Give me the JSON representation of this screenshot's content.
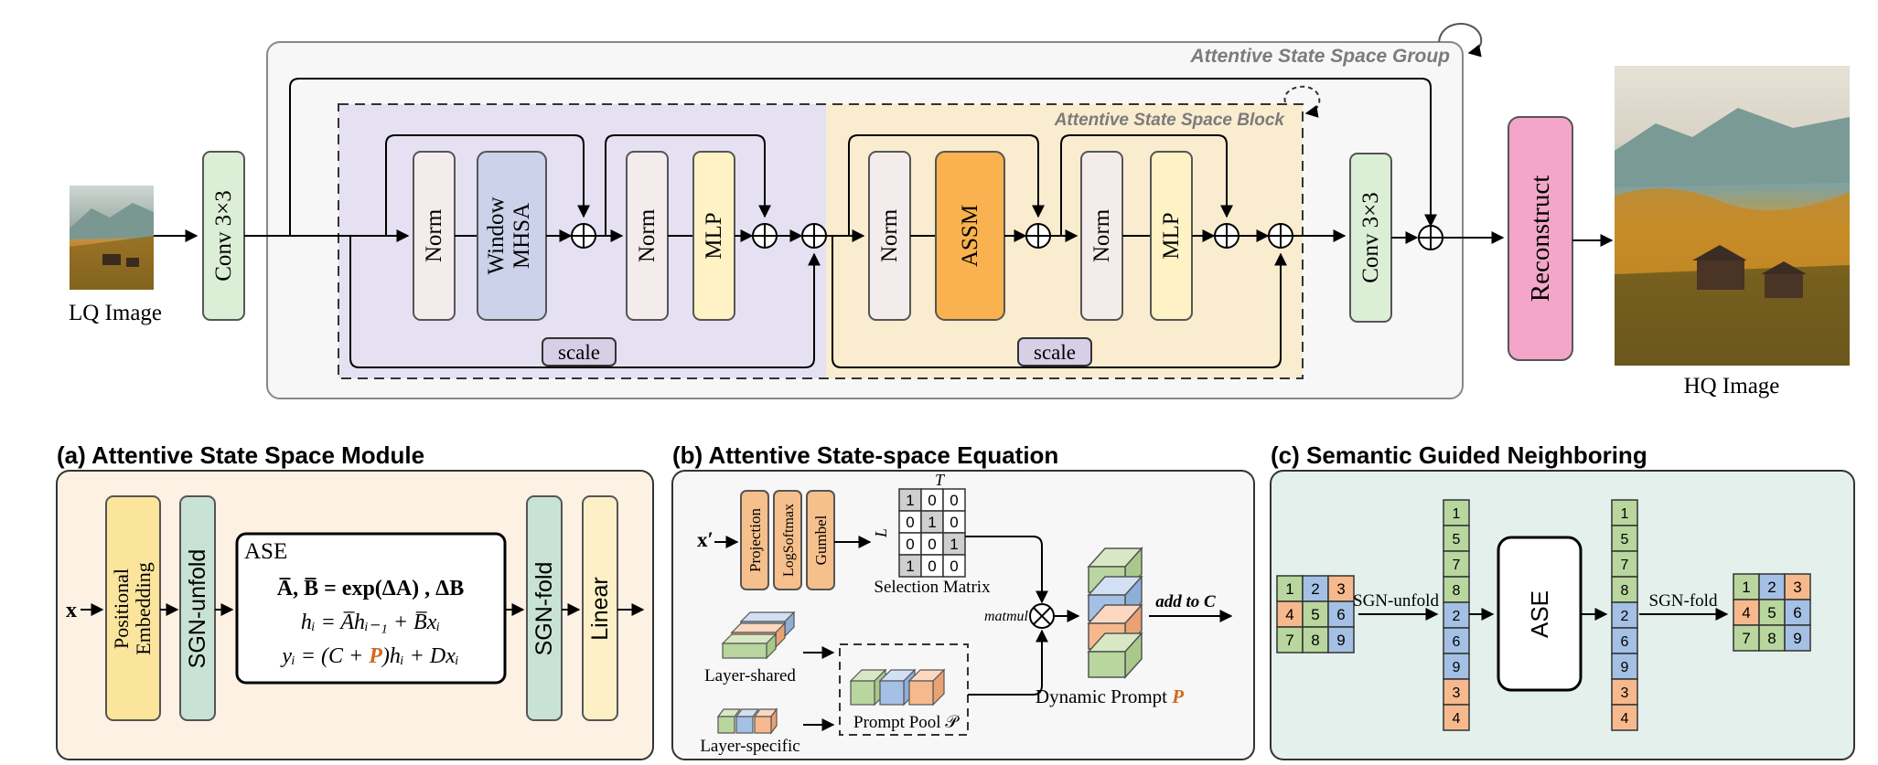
{
  "top": {
    "lq_label": "LQ Image",
    "hq_label": "HQ Image",
    "conv_in": "Conv 3×3",
    "conv_out": "Conv 3×3",
    "reconstruct": "Reconstruct",
    "group_title": "Attentive State Space Group",
    "block_title": "Attentive State Space Block",
    "norm": "Norm",
    "window_mhsa_1": "Window",
    "window_mhsa_2": "MHSA",
    "mlp": "MLP",
    "assm": "ASSM",
    "scale": "scale"
  },
  "panel_a": {
    "title": "(a) Attentive State Space Module",
    "input": "x",
    "pos_emb_1": "Positional",
    "pos_emb_2": "Embedding",
    "sgn_unfold": "SGN-unfold",
    "sgn_fold": "SGN-fold",
    "linear": "Linear",
    "ase_title": "ASE",
    "eq1": "A̅, B̅ = exp(ΔA) , ΔB",
    "eq2": "hᵢ = A̅hᵢ₋₁ + B̅xᵢ",
    "eq3_pre": "yᵢ = (C + ",
    "eq3_p": "P",
    "eq3_post": ")hᵢ + Dxᵢ"
  },
  "panel_b": {
    "title": "(b) Attentive State-space Equation",
    "input": "x′",
    "projection": "Projection",
    "logsoftmax": "LogSoftmax",
    "gumbel": "Gumbel",
    "matrix_T": "T",
    "matrix_L": "L",
    "matrix": [
      [
        "1",
        "0",
        "0"
      ],
      [
        "0",
        "1",
        "0"
      ],
      [
        "0",
        "0",
        "1"
      ],
      [
        "1",
        "0",
        "0"
      ]
    ],
    "selection_matrix": "Selection Matrix",
    "matmul": "matmul",
    "add_to": "add to C",
    "dynamic_prompt_pre": "Dynamic Prompt ",
    "dynamic_prompt_p": "P",
    "layer_shared": "Layer-shared",
    "layer_specific": "Layer-specific",
    "prompt_pool": "Prompt Pool 𝒫"
  },
  "panel_c": {
    "title": "(c) Semantic Guided Neighboring",
    "grid": [
      "1",
      "2",
      "3",
      "4",
      "5",
      "6",
      "7",
      "8",
      "9"
    ],
    "unfold_label": "SGN-unfold",
    "fold_label": "SGN-fold",
    "ase": "ASE",
    "col1": [
      "1",
      "5",
      "7",
      "8",
      "2",
      "6",
      "9",
      "3",
      "4"
    ],
    "col2": [
      "1",
      "5",
      "7",
      "8",
      "2",
      "6",
      "9",
      "3",
      "4"
    ]
  },
  "colors": {
    "group_bg": "#f7f7f7",
    "block_left": "#e5e1f2",
    "block_right": "#faeccf",
    "norm": "#f4ecec",
    "mhsa": "#cbd2e9",
    "mlp": "#fff2c4",
    "assm": "#f9b24f",
    "conv": "#dbefd6",
    "reconstruct": "#f3a6c9",
    "panel_a_bg": "#fdf1e4",
    "panel_b_bg": "#f7f7f7",
    "panel_c_bg": "#e3f0ec",
    "green": "#b8d69e",
    "blue": "#a4c0e4",
    "orange": "#f6b98d",
    "accent_p": "#d2691e"
  }
}
